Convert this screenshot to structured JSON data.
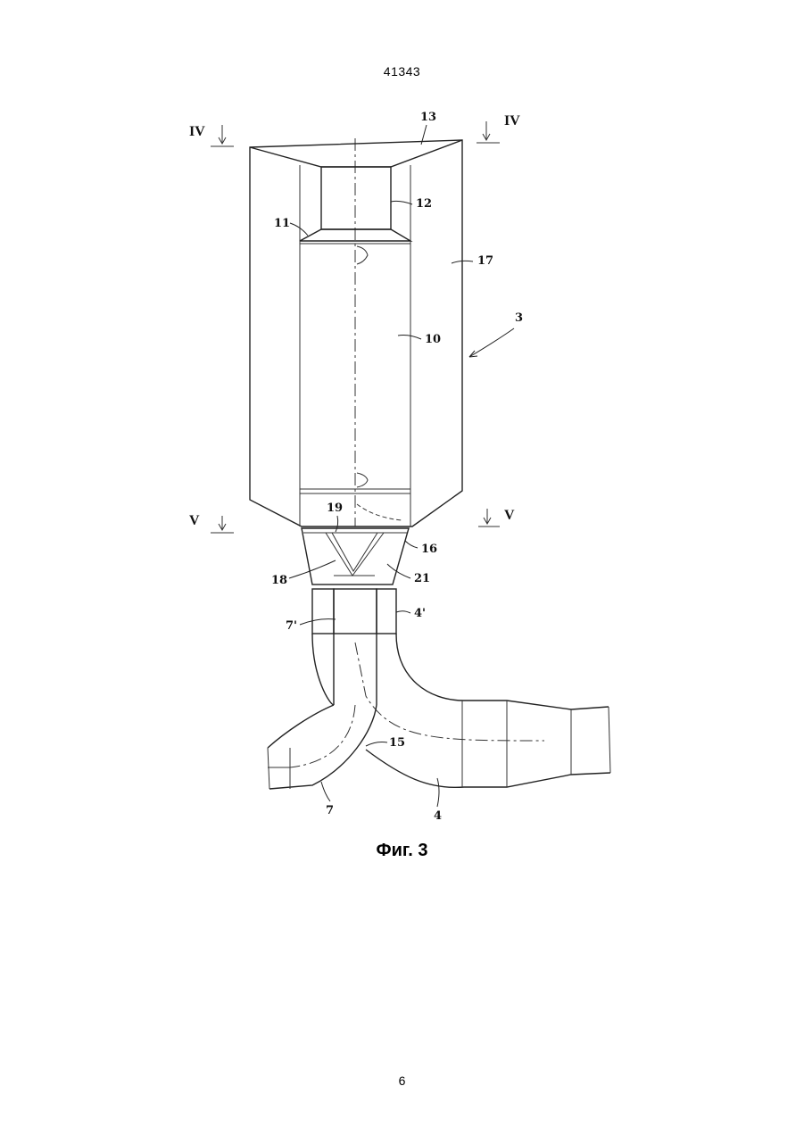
{
  "header": {
    "doc_number": "41343"
  },
  "figure": {
    "caption": "Фиг. 3",
    "labels": {
      "l13": "13",
      "l12": "12",
      "l11": "11",
      "l17": "17",
      "l3": "3",
      "l10": "10",
      "l19": "19",
      "l16": "16",
      "l18": "18",
      "l21": "21",
      "l7p": "7'",
      "l4p": "4'",
      "l15": "15",
      "l7": "7",
      "l4": "4"
    },
    "section_marks": {
      "iv_left": "IV",
      "iv_right": "IV",
      "v_left": "V",
      "v_right": "V"
    }
  },
  "footer": {
    "page_number": "6"
  }
}
